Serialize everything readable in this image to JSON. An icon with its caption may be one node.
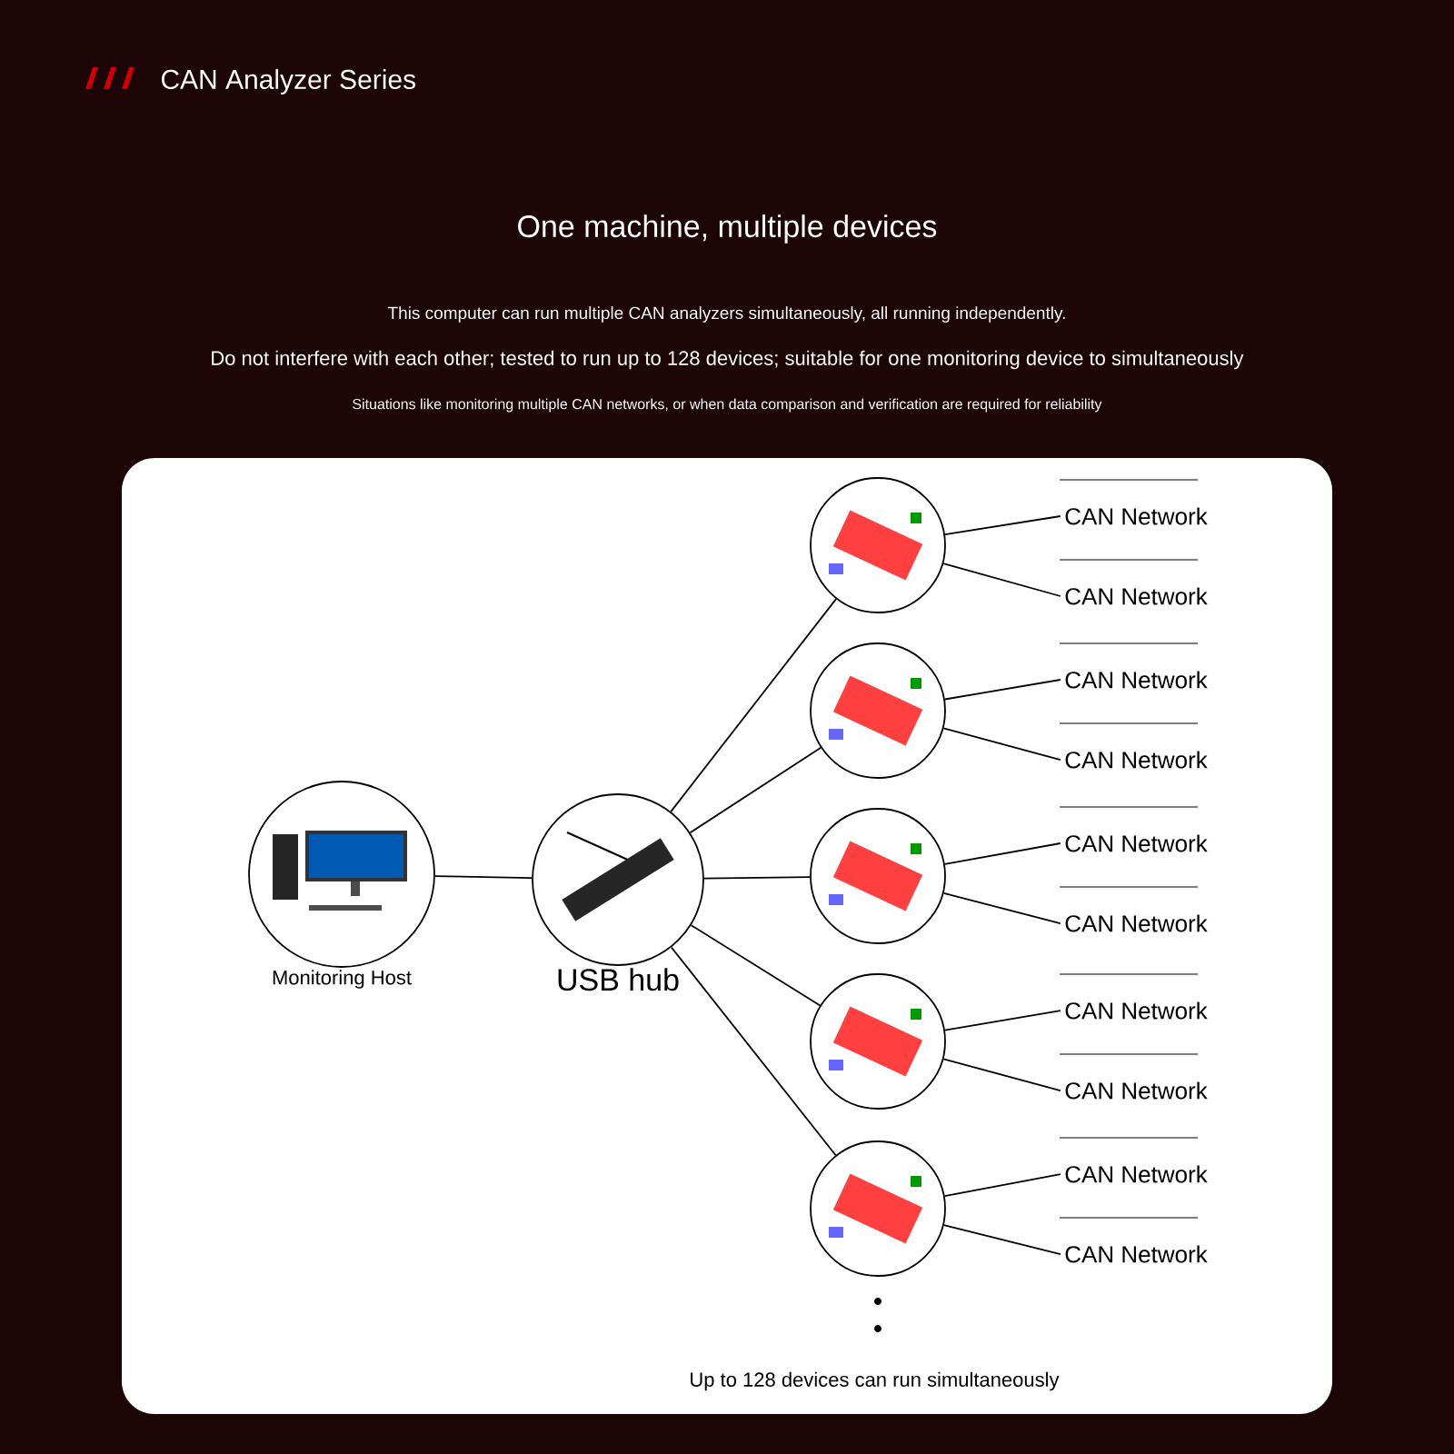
{
  "diagram": {
    "title": "One machine, multiple devices",
    "nodes": [
      {
        "text": [
          "Monitoring Host"
        ]
      },
      {
        "text": [
          "USB hub"
        ]
      },
      {
        "text": [],
        "shape": "picture"
      },
      {
        "text": [],
        "shape": "picture"
      },
      {
        "text": [],
        "shape": "picture"
      },
      {
        "text": [],
        "shape": "picture"
      },
      {
        "text": [],
        "shape": "picture"
      },
      {
        "text": [
          "CAN Network"
        ]
      },
      {
        "text": [
          "CAN Network"
        ]
      },
      {
        "text": [
          "CAN Network"
        ]
      },
      {
        "text": [
          "CAN Network"
        ]
      },
      {
        "text": [
          "CAN Network"
        ]
      },
      {
        "text": [
          "CAN Network"
        ]
      },
      {
        "text": [
          "CAN Network"
        ]
      },
      {
        "text": [
          "CAN Network"
        ]
      },
      {
        "text": [
          "CAN Network"
        ]
      },
      {
        "text": [
          "CAN Network"
        ]
      }
    ],
    "edges": [
      {
        "from": 0,
        "to": 1,
        "arrow": "none"
      },
      {
        "from": 1,
        "to": 2,
        "arrow": "none"
      },
      {
        "from": 1,
        "to": 3,
        "arrow": "none"
      },
      {
        "from": 1,
        "to": 4,
        "arrow": "none"
      },
      {
        "from": 1,
        "to": 5,
        "arrow": "none"
      },
      {
        "from": 1,
        "to": 6,
        "arrow": "none"
      },
      {
        "from": 2,
        "to": 7,
        "arrow": "none"
      },
      {
        "from": 2,
        "to": 8,
        "arrow": "none"
      },
      {
        "from": 3,
        "to": 9,
        "arrow": "none"
      },
      {
        "from": 3,
        "to": 10,
        "arrow": "none"
      },
      {
        "from": 4,
        "to": 11,
        "arrow": "none"
      },
      {
        "from": 4,
        "to": 12,
        "arrow": "none"
      },
      {
        "from": 5,
        "to": 13,
        "arrow": "none"
      },
      {
        "from": 5,
        "to": 14,
        "arrow": "none"
      },
      {
        "from": 6,
        "to": 15,
        "arrow": "none"
      },
      {
        "from": 6,
        "to": 16,
        "arrow": "none"
      }
    ],
    "labels": [
      "CAN Analyzer Series",
      "This computer can run multiple CAN analyzers simultaneously, all running independently.",
      "Do not interfere with each other; tested to run up to 128 devices; suitable for one monitoring device to simultaneously",
      "Situations like monitoring multiple CAN networks, or when data comparison and verification are required for reliability",
      "Up to 128 devices can run simultaneously"
    ]
  }
}
